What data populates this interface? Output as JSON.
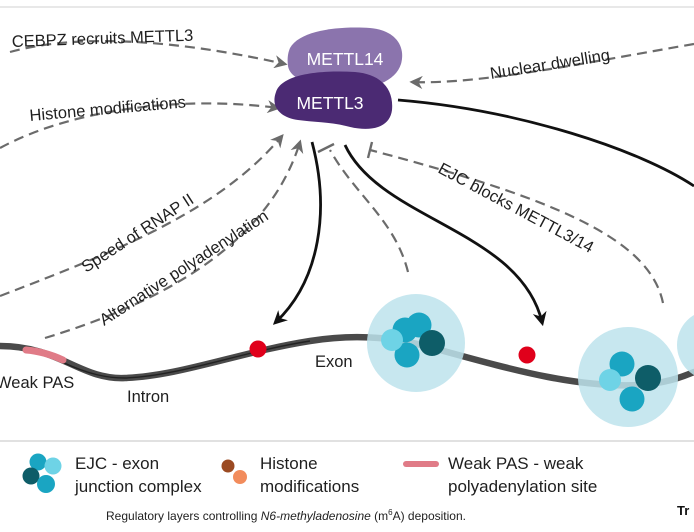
{
  "diagram": {
    "proteins": {
      "mettl14": "METTL14",
      "mettl3": "METTL3"
    },
    "regulators": {
      "cebpz": "CEBPZ recruits METTL3",
      "histone": "Histone modifications",
      "nuclear": "Nuclear dwelling",
      "rnap": "Speed of RNAP II",
      "apa": "Alternative polyadenylation",
      "ejc_block": "EJC blocks METTL3/14"
    },
    "rna_labels": {
      "weak_pas": "Weak PAS",
      "intron": "Intron",
      "exon": "Exon"
    }
  },
  "legend": {
    "ejc_line1": "EJC - exon",
    "ejc_line2": "junction complex",
    "histone_line1": "Histone",
    "histone_line2": "modifications",
    "pas_line1": "Weak PAS - weak",
    "pas_line2": "polyadenylation site"
  },
  "caption": {
    "prefix": "Regulatory layers controlling ",
    "italic": "N6-methyladenosine",
    "mid": " (m",
    "sup": "6",
    "suffix": "A) deposition."
  },
  "corner_mark": "Tr",
  "colors": {
    "mettl3": "#4b2a73",
    "mettl14": "#8b74ad",
    "rna": "#4a4a4a",
    "weak_pas": "#e07b87",
    "m6a_dot": "#e0001b",
    "ejc_halo": "#bde3ec",
    "ejc_teal": "#1aa5c2",
    "ejc_dark": "#0e5d68",
    "ejc_light": "#6ed3e6",
    "histone_dark": "#9b4a22",
    "histone_light": "#f28c5c"
  }
}
